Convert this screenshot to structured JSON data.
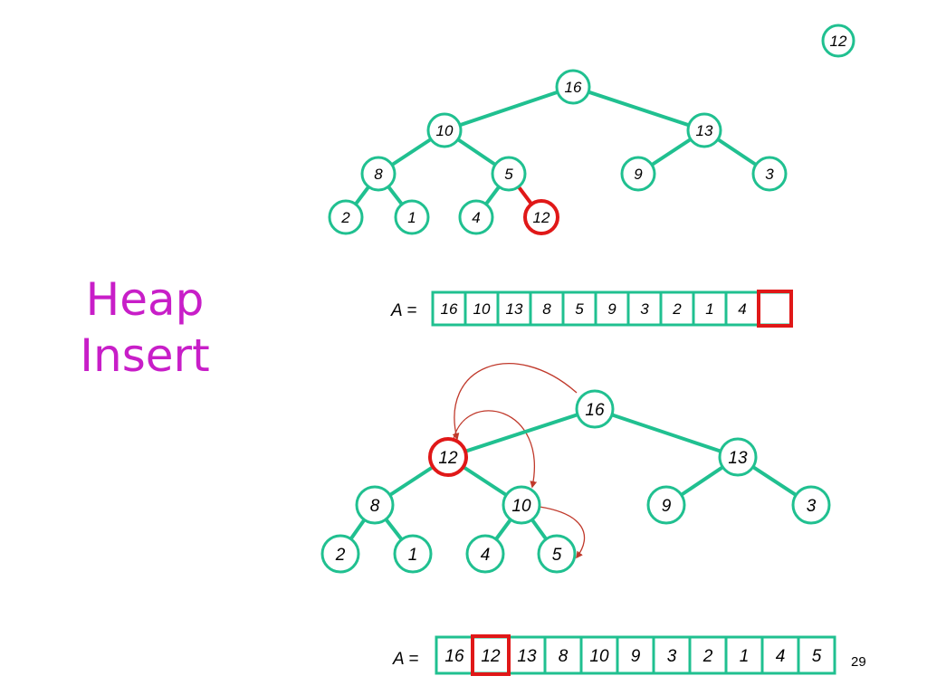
{
  "slide": {
    "title_line1": "Heap",
    "title_line2": "Insert",
    "page_number": "29"
  },
  "colors": {
    "teal": "#20c090",
    "red": "#e01818",
    "arrow": "#c0392b",
    "title": "#c81ec8"
  },
  "insert_key": "12",
  "array_prefix": "A =",
  "tree_before": {
    "nodes": [
      "16",
      "10",
      "13",
      "8",
      "5",
      "9",
      "3",
      "2",
      "1",
      "4",
      "12"
    ],
    "highlight": [
      10
    ],
    "red_edges": [
      [
        4,
        10
      ]
    ]
  },
  "array_before": {
    "cells": [
      "16",
      "10",
      "13",
      "8",
      "5",
      "9",
      "3",
      "2",
      "1",
      "4",
      ""
    ],
    "highlight": [
      10
    ]
  },
  "tree_after": {
    "nodes": [
      "16",
      "12",
      "13",
      "8",
      "10",
      "9",
      "3",
      "2",
      "1",
      "4",
      "5"
    ],
    "highlight": [
      1
    ],
    "swap_arrows": [
      [
        4,
        10
      ],
      [
        1,
        4
      ],
      [
        0,
        1
      ]
    ]
  },
  "array_after": {
    "cells": [
      "16",
      "12",
      "13",
      "8",
      "10",
      "9",
      "3",
      "2",
      "1",
      "4",
      "5"
    ],
    "highlight": [
      1
    ]
  }
}
